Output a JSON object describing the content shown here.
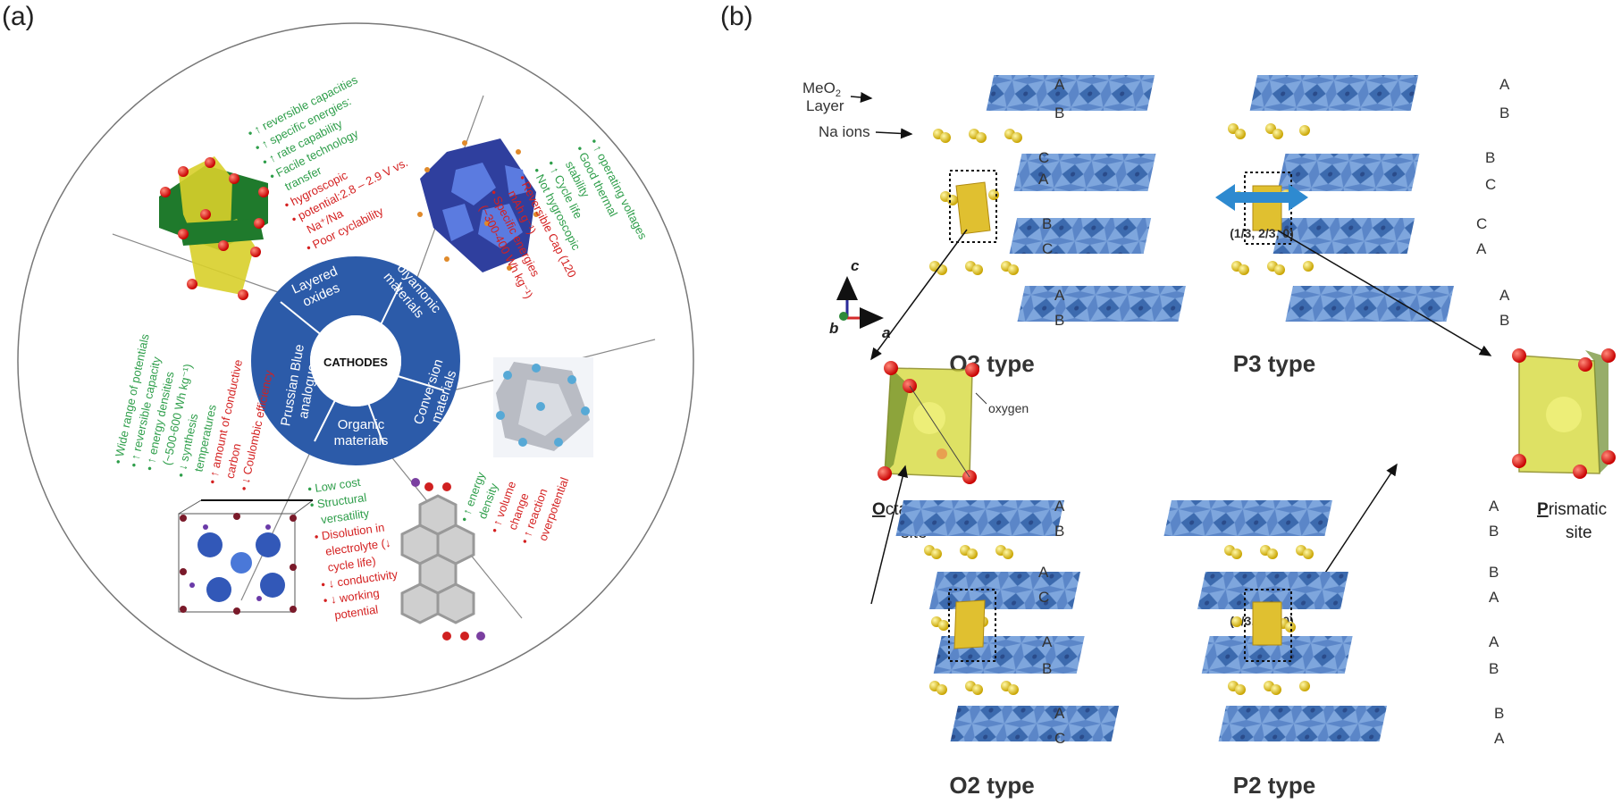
{
  "panel_a": {
    "label": "(a)",
    "center": "CATHODES",
    "ring": {
      "layered": [
        "Layered",
        "oxides"
      ],
      "polyanionic": [
        "Polyanionic",
        "materials"
      ],
      "conversion": [
        "Conversion",
        "materials"
      ],
      "organic": [
        "Organic",
        "materials"
      ],
      "prussian": [
        "Prussian Blue",
        "analogues"
      ]
    },
    "layered_text": {
      "green": [
        "• ↑ reversible capacities",
        "• ↑ specific energies:",
        "• ↑ rate capability",
        "• Facile technology",
        "transfer"
      ],
      "red": [
        "• hygroscopic",
        "• potential:2.8 – 2.9 V vs.",
        "Na⁺/Na",
        "• Poor cyclability"
      ]
    },
    "polyanionic_text": {
      "green": [
        "• ↑ operating voltages",
        "• Good thermal",
        "stability",
        "• ↑ Cycle life",
        "• Not hygroscopic"
      ],
      "red": [
        "• Reversible Cap (120",
        "mAh g⁻¹)",
        "• Specific energies",
        "(~300-400 Wh kg⁻¹)"
      ]
    },
    "conversion_text": {
      "green": [
        "• ↑ energy",
        "density"
      ],
      "red": [
        "• ↑ volume",
        "change",
        "• ↑ reaction",
        "overpotential"
      ]
    },
    "organic_text": {
      "green": [
        "• Low cost",
        "• Structural",
        "versatility"
      ],
      "red": [
        "• Disolution in",
        "electrolyte (↓",
        "cycle life)",
        "• ↓ conductivity",
        "• ↓ working",
        "potential"
      ]
    },
    "prussian_text": {
      "green": [
        "• Wide range of potentials",
        "• ↑ reversible capacity",
        "• ↑ energy densities",
        "(~500-600 Wh kg⁻¹)",
        "• ↓ synthesis",
        "temperatures"
      ],
      "red": [
        "• ↑ amount of conductive",
        "carbon",
        "• ↓ Coulombic efficiency"
      ]
    }
  },
  "panel_b": {
    "label": "(b)",
    "meo2": "MeO",
    "meo2_sub": "2",
    "layer": "Layer",
    "na_ions": "Na ions",
    "oxygen": "oxygen",
    "vector": "(1/3, 2/3, 0)",
    "axes": {
      "c": "c",
      "a": "a",
      "b": "b"
    },
    "o3": {
      "title": "O3 type",
      "stack": [
        "A",
        "B",
        "C",
        "A",
        "B",
        "C",
        "A",
        "B"
      ]
    },
    "p3": {
      "title": "P3 type",
      "stack": [
        "A",
        "B",
        "B",
        "C",
        "C",
        "A",
        "A",
        "B"
      ]
    },
    "o2": {
      "title": "O2 type",
      "stack": [
        "A",
        "B",
        "A",
        "C",
        "A",
        "B",
        "A",
        "C"
      ]
    },
    "p2": {
      "title": "P2 type",
      "stack": [
        "A",
        "B",
        "B",
        "A",
        "A",
        "B",
        "B",
        "A"
      ]
    },
    "octahedral": {
      "first": "O",
      "rest": "ctahedral",
      "site": "site"
    },
    "prismatic": {
      "first": "P",
      "rest": "rismatic",
      "site": "site"
    }
  }
}
